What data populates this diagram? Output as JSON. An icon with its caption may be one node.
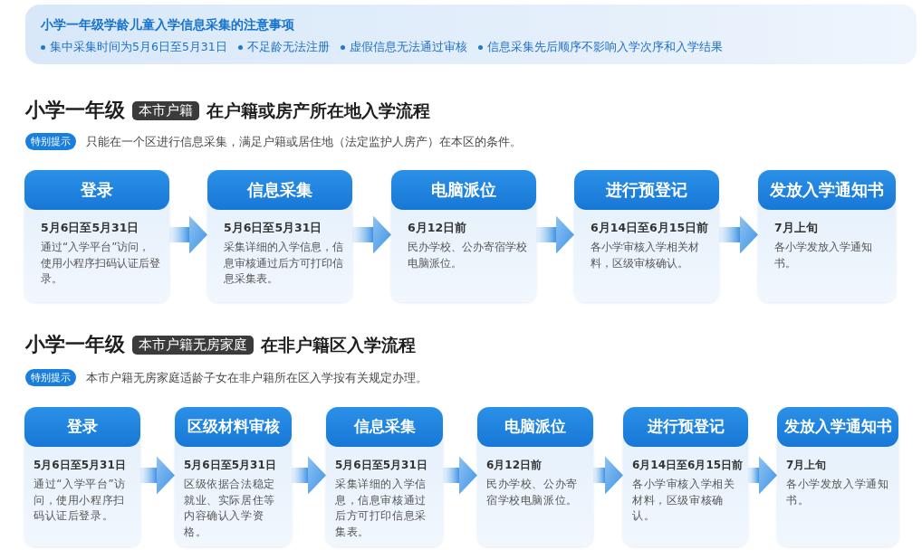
{
  "diagram": {
    "nodes": [
      {
        "text": [
          "小学一年级学龄儿童入学信息采集的注意事项",
          "集中采集时间为5月6日至5月31日",
          "不足龄无法注册",
          "虚假信息无法通过审核",
          "信息采集先后顺序不影响入学次序和入学结果"
        ]
      },
      {
        "text": [
          "本市户籍"
        ]
      },
      {
        "text": [
          "特别提示"
        ]
      },
      {
        "text": [
          "登录",
          "5月6日至5月31日",
          "通过“入学平台”访问，使用小程序扫码认证后登录。"
        ]
      },
      {
        "text": [
          "信息采集",
          "5月6日至5月31日",
          "采集详细的入学信息，信息审核通过后方可打印信息采集表。"
        ]
      },
      {
        "text": [
          "电脑派位",
          "6月12日前",
          "民办学校、公办寄宿学校电脑派位。"
        ]
      },
      {
        "text": [
          "进行预登记",
          "6月14日至6月15日前",
          "各小学审核入学相关材料，区级审核确认。"
        ]
      },
      {
        "text": [
          "发放入学通知书",
          "7月上旬",
          "各小学发放入学通知书。"
        ]
      },
      {
        "text": [
          "本市户籍无房家庭"
        ]
      },
      {
        "text": [
          "特别提示"
        ]
      },
      {
        "text": [
          "登录",
          "5月6日至5月31日",
          "通过“入学平台”访问，使用小程序扫码认证后登录。"
        ]
      },
      {
        "text": [
          "区级材料审核",
          "5月6日至5月31日",
          "区级依据合法稳定就业、实际居住等内容确认入学资格。"
        ]
      },
      {
        "text": [
          "信息采集",
          "5月6日至5月31日",
          "采集详细的入学信息，信息审核通过后方可打印信息采集表。"
        ]
      },
      {
        "text": [
          "电脑派位",
          "6月12日前",
          "民办学校、公办寄宿学校电脑派位。"
        ]
      },
      {
        "text": [
          "进行预登记",
          "6月14日至6月15日前",
          "各小学审核入学相关材料，区级审核确认。"
        ]
      },
      {
        "text": [
          "发放入学通知书",
          "7月上旬",
          "各小学发放入学通知书。"
        ]
      }
    ],
    "edges": [
      {
        "from": 3,
        "to": 4,
        "arrow": "to"
      },
      {
        "from": 4,
        "to": 5,
        "arrow": "to"
      },
      {
        "from": 5,
        "to": 6,
        "arrow": "to"
      },
      {
        "from": 6,
        "to": 7,
        "arrow": "to"
      },
      {
        "from": 10,
        "to": 11,
        "arrow": "to"
      },
      {
        "from": 11,
        "to": 12,
        "arrow": "to"
      },
      {
        "from": 12,
        "to": 13,
        "arrow": "to"
      },
      {
        "from": 13,
        "to": 14,
        "arrow": "to"
      },
      {
        "from": 14,
        "to": 15,
        "arrow": "to"
      }
    ],
    "labels": [
      "小学一年级",
      "在户籍或房产所在地入学流程",
      "只能在一个区进行信息采集，满足户籍或居住地（法定监护人房产）在本区的条件。",
      "小学一年级",
      "在非户籍区入学流程",
      "本市户籍无房家庭适龄子女在非户籍所在区入学按有关规定办理。"
    ]
  }
}
